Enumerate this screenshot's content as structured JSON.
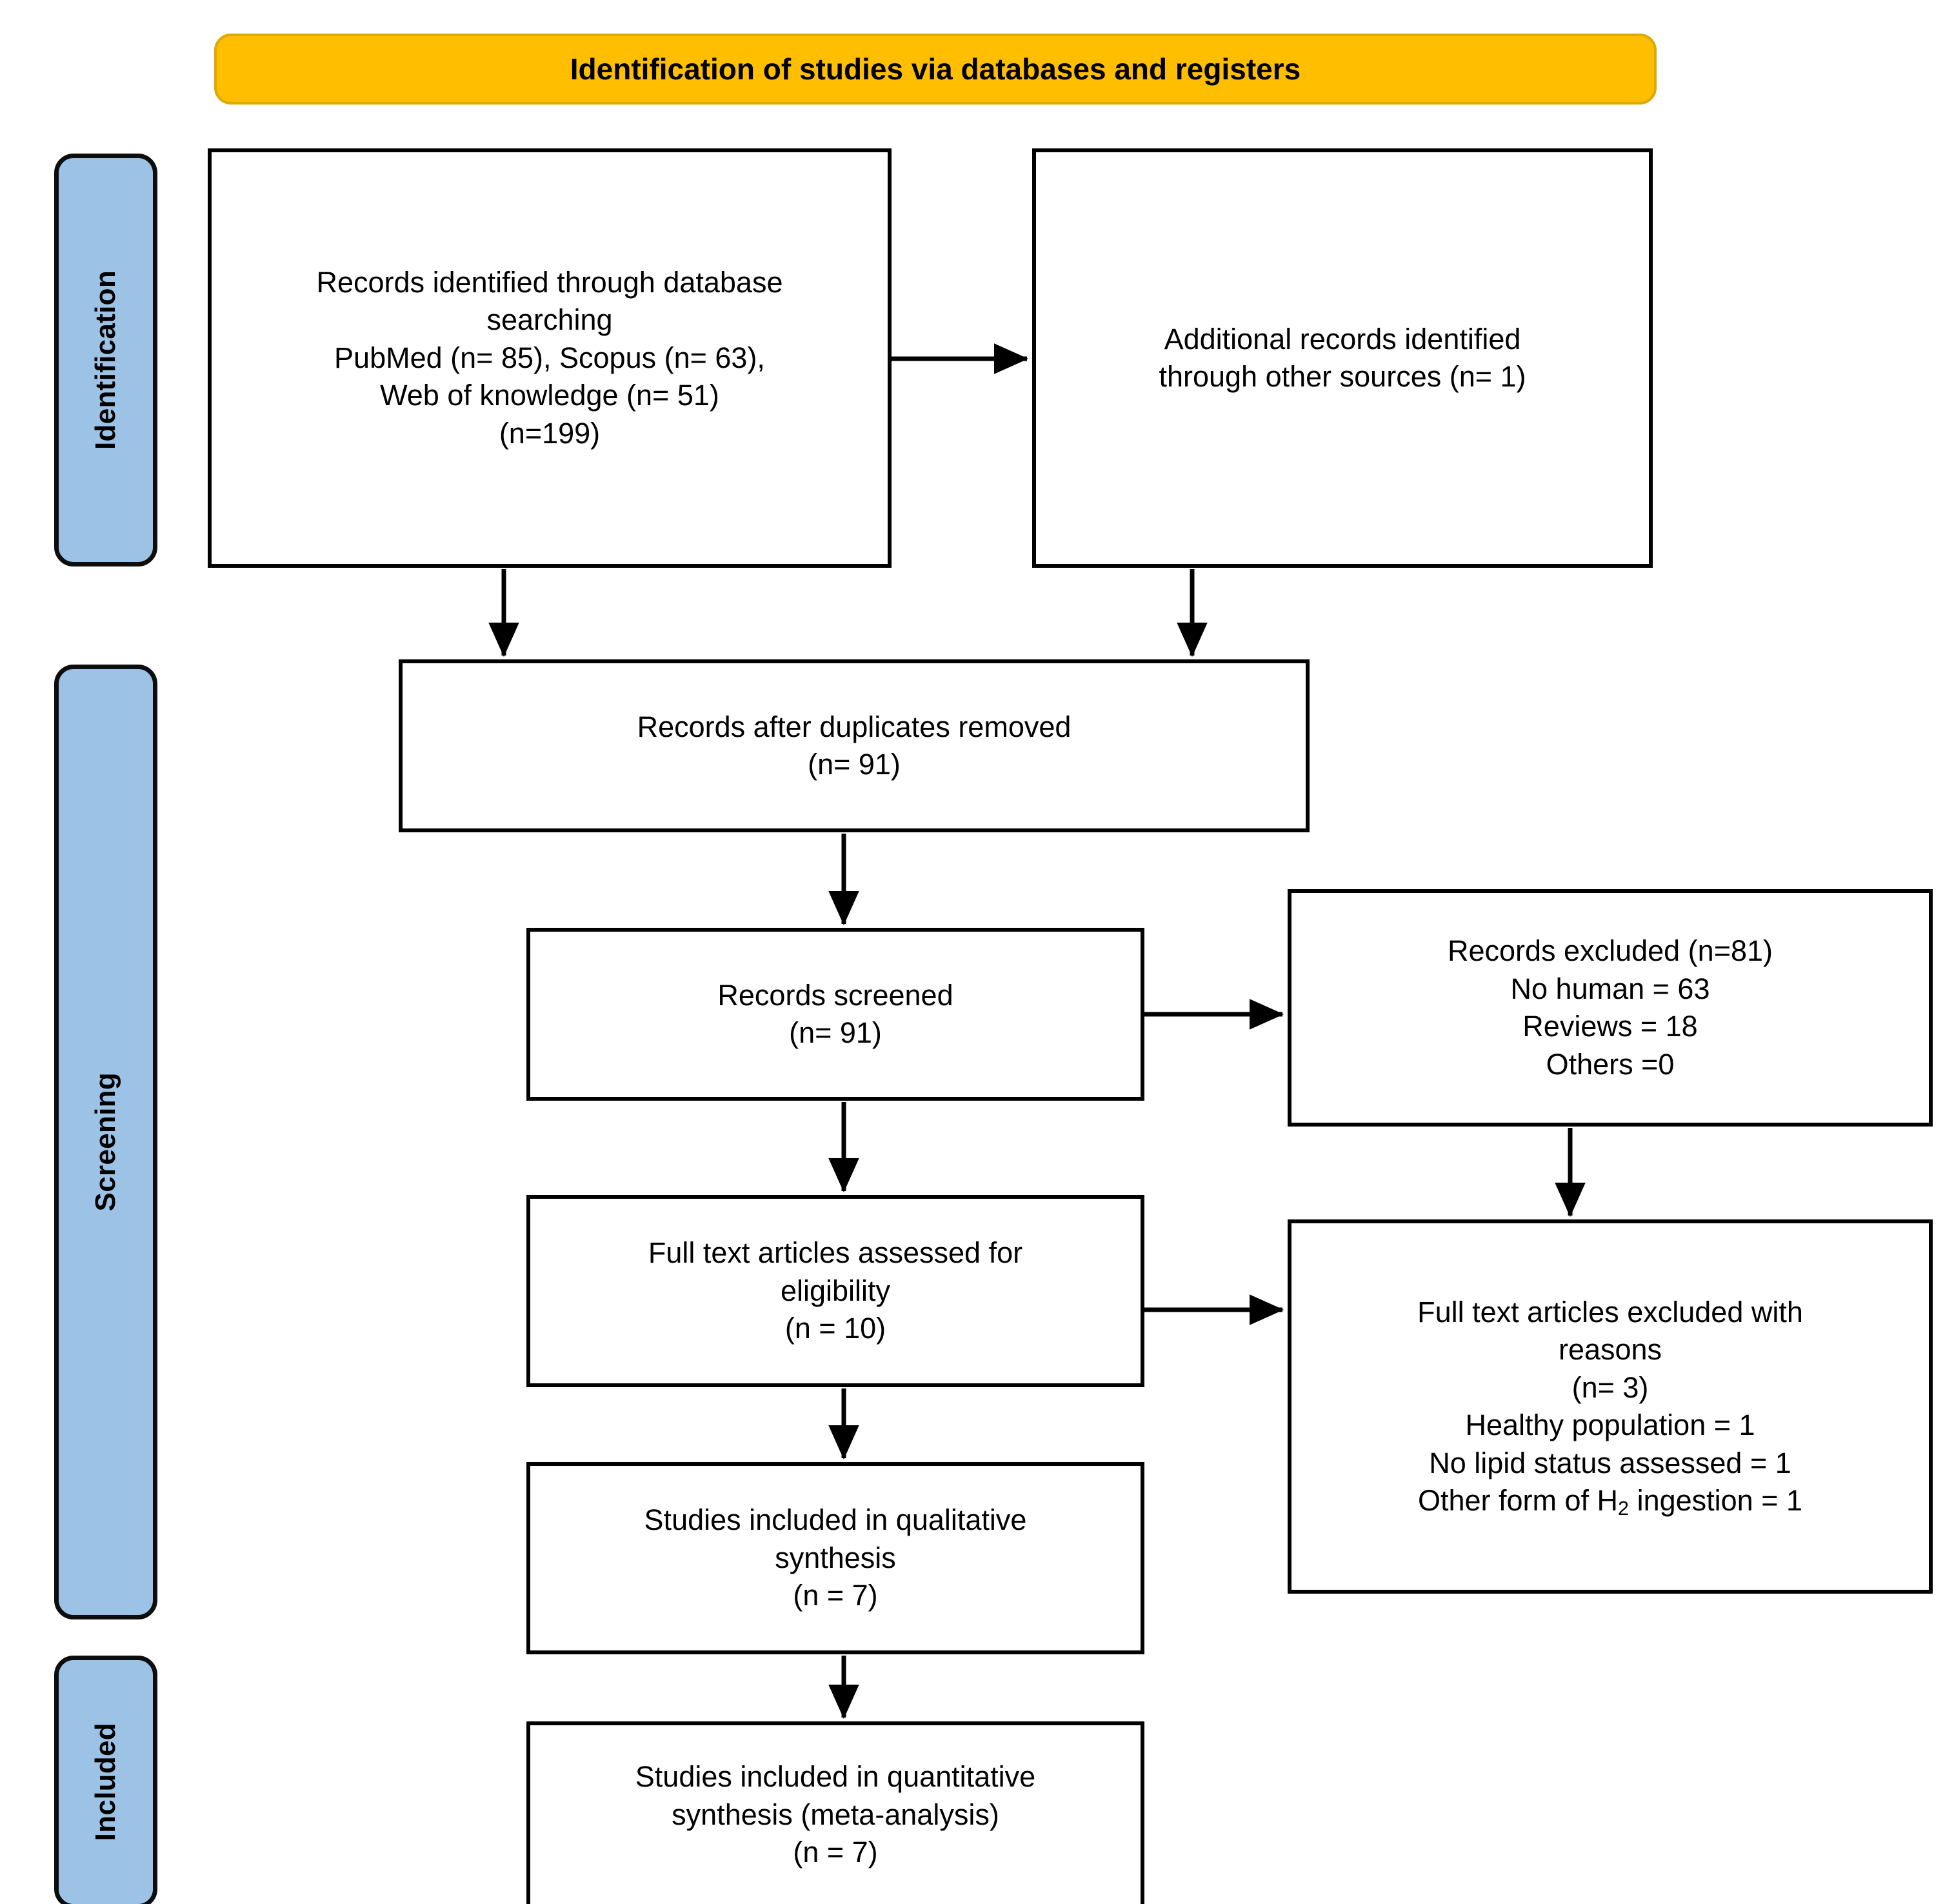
{
  "diagram": {
    "title": "PRISMA flow diagram",
    "colors": {
      "banner_fill": "#ffbf00",
      "banner_border": "#e0a800",
      "stage_fill": "#9cc3e6",
      "stage_border": "#0d0d0d",
      "box_fill": "#ffffff",
      "box_border": "#000000",
      "connector": "#000000",
      "page_background": "#ffffff",
      "text": "#000000"
    }
  },
  "header": {
    "title": "Identification of studies via databases and registers"
  },
  "stages": [
    {
      "id": "identification",
      "label": "Identification"
    },
    {
      "id": "screening",
      "label": "Screening"
    },
    {
      "id": "included",
      "label": "Included"
    }
  ],
  "boxes": [
    {
      "id": "records-identified",
      "stage": "identification",
      "lines": [
        "Records identified through database",
        "searching",
        "PubMed (n= 85), Scopus (n= 63),",
        "Web of knowledge (n= 51)",
        "(n=199)"
      ],
      "text": "Records identified through database\nsearching\nPubMed (n= 85), Scopus (n= 63),\nWeb of knowledge (n= 51)\n(n=199)"
    },
    {
      "id": "additional-records",
      "stage": "identification",
      "lines": [
        "Additional records identified",
        "through other sources (n= 1)"
      ],
      "text": "Additional records identified\nthrough other sources (n= 1)"
    },
    {
      "id": "duplicates-removed",
      "stage": "screening",
      "lines": [
        "Records after duplicates removed",
        "(n= 91)"
      ],
      "text": "Records after duplicates removed\n(n= 91)"
    },
    {
      "id": "records-screened",
      "stage": "screening",
      "lines": [
        "Records screened",
        "(n= 91)"
      ],
      "text": "Records screened\n(n= 91)"
    },
    {
      "id": "records-excluded",
      "stage": "screening",
      "lines": [
        "Records excluded (n=81)",
        "No human = 63",
        "Reviews = 18",
        "Others =0"
      ],
      "text": "Records excluded (n=81)\nNo human = 63\nReviews = 18\nOthers =0"
    },
    {
      "id": "fulltext-assessed",
      "stage": "screening",
      "lines": [
        "Full text articles assessed for",
        "eligibility",
        "(n = 10)"
      ],
      "text": "Full text articles assessed for\neligibility\n(n = 10)"
    },
    {
      "id": "fulltext-excluded",
      "stage": "screening",
      "lines": [
        "Full text articles excluded with",
        "reasons",
        "(n= 3)",
        "Healthy population = 1",
        "No lipid status assessed = 1",
        "Other form of H2 ingestion = 1"
      ],
      "text_before_subscript": "Full text articles excluded with\nreasons\n(n= 3)\nHealthy population = 1\nNo lipid status assessed = 1\nOther form of H",
      "subscript": "2",
      "text_after_subscript": " ingestion = 1"
    },
    {
      "id": "qualitative-synthesis",
      "stage": "screening",
      "lines": [
        "Studies included in qualitative",
        "synthesis",
        "(n = 7)"
      ],
      "text": "Studies included in qualitative\nsynthesis\n(n = 7)"
    },
    {
      "id": "quantitative-synthesis",
      "stage": "included",
      "lines": [
        "Studies included in quantitative",
        "synthesis (meta-analysis)",
        "(n = 7)"
      ],
      "text": "Studies included in quantitative\nsynthesis (meta-analysis)\n(n = 7)"
    }
  ],
  "connectors": [
    {
      "id": "records-identified-to-additional-records",
      "direction": "right"
    },
    {
      "id": "records-identified-to-duplicates-removed",
      "direction": "down"
    },
    {
      "id": "additional-records-to-duplicates-removed",
      "direction": "down"
    },
    {
      "id": "duplicates-removed-to-records-screened",
      "direction": "down"
    },
    {
      "id": "records-screened-to-records-excluded",
      "direction": "right"
    },
    {
      "id": "records-screened-to-fulltext-assessed",
      "direction": "down"
    },
    {
      "id": "records-excluded-to-fulltext-excluded",
      "direction": "down"
    },
    {
      "id": "fulltext-assessed-to-fulltext-excluded",
      "direction": "right"
    },
    {
      "id": "fulltext-assessed-to-qualitative-synthesis",
      "direction": "down"
    },
    {
      "id": "qualitative-synthesis-to-quantitative-synthesis",
      "direction": "down"
    }
  ]
}
